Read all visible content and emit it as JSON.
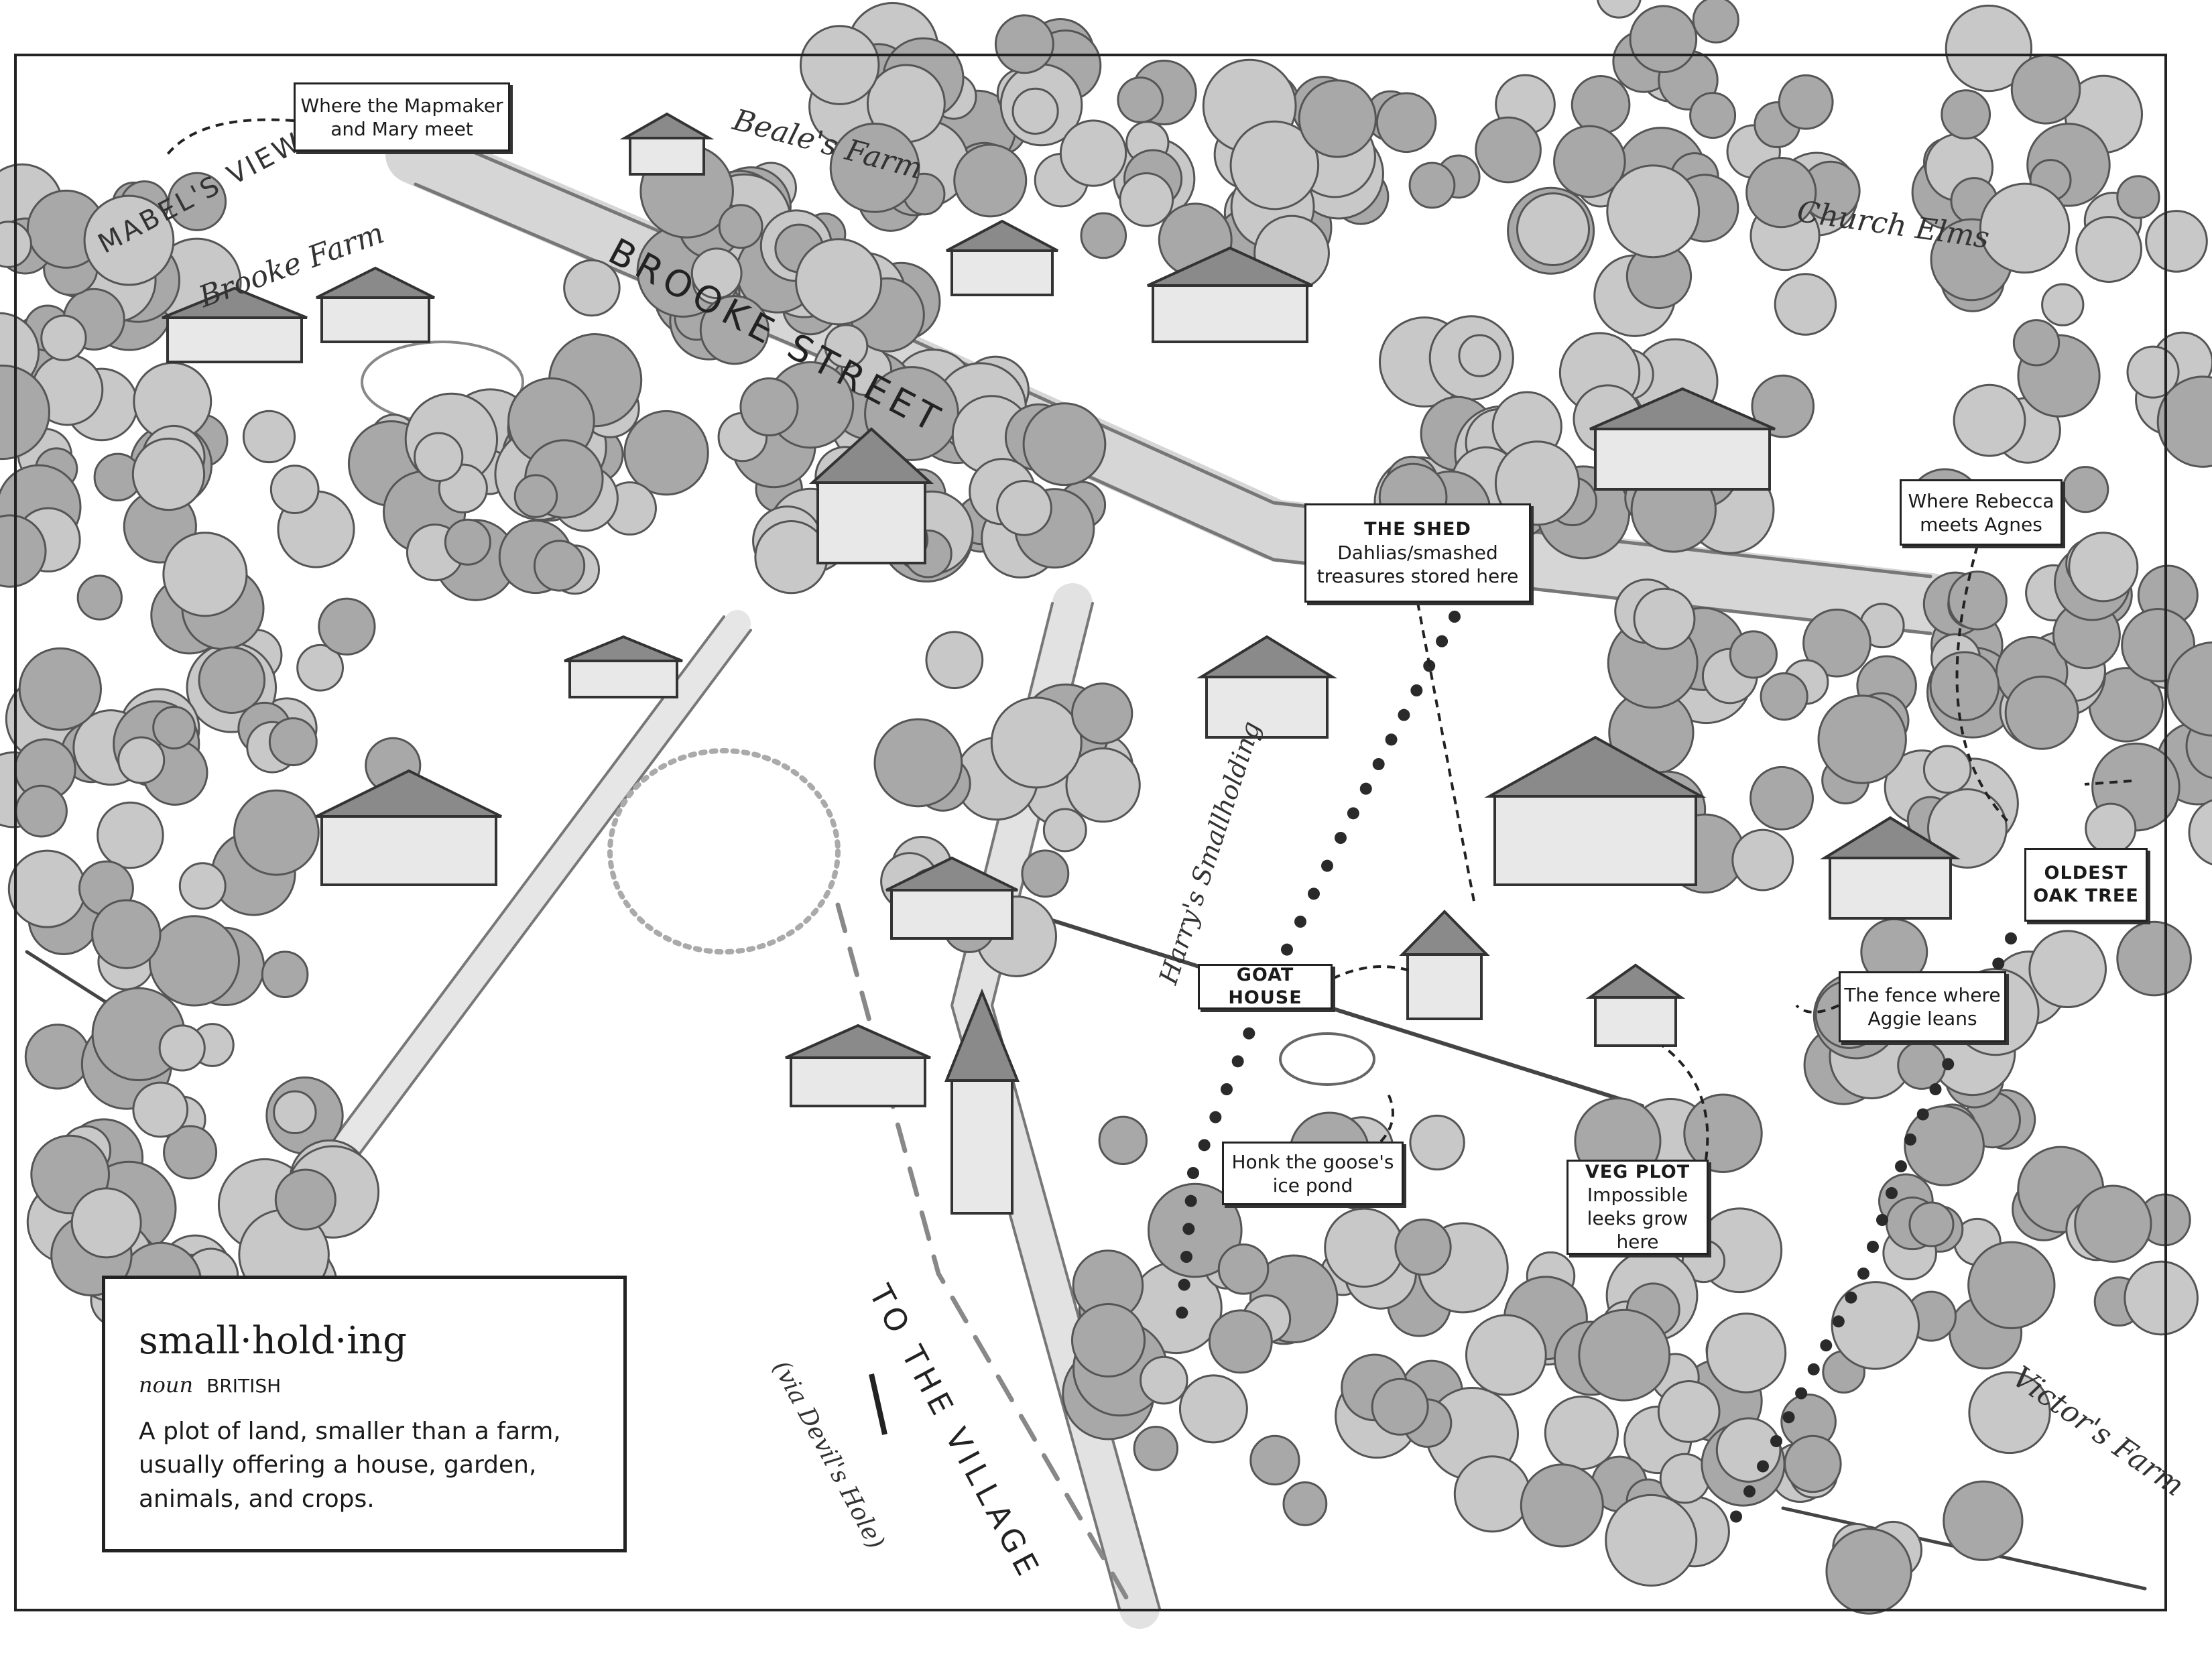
{
  "colors": {
    "ink": "#222222",
    "wash": "#9a9a9a",
    "paper": "#ffffff"
  },
  "places": {
    "mabels_view": "MABEL'S VIEW",
    "brooke_farm": "Brooke Farm",
    "beales_farm": "Beale's Farm",
    "brooke_street": "BROOKE STREET",
    "church_elms": "Church Elms",
    "harrys_smallholding": "Harry's Smallholding",
    "victors_farm": "Victor's Farm",
    "to_the_village": "TO THE VILLAGE",
    "via_devils_hole": "(via Devil's Hole)"
  },
  "callouts": {
    "mapmaker": "Where the Mapmaker and Mary meet",
    "shed_head": "THE SHED",
    "shed_text": "Dahlias/smashed treasures stored here",
    "rebecca": "Where Rebecca meets Agnes",
    "oak": "OLDEST OAK TREE",
    "goat_house": "GOAT HOUSE",
    "fence": "The fence where Aggie leans",
    "pond": "Honk the goose's ice pond",
    "veg_head": "VEG PLOT",
    "veg_text": "Impossible leeks grow here"
  },
  "definition": {
    "word": "small·hold·ing",
    "part_of_speech": "noun",
    "region": "BRITISH",
    "text": "A plot of land, smaller than a farm, usually offering a house, garden, animals, and crops."
  }
}
